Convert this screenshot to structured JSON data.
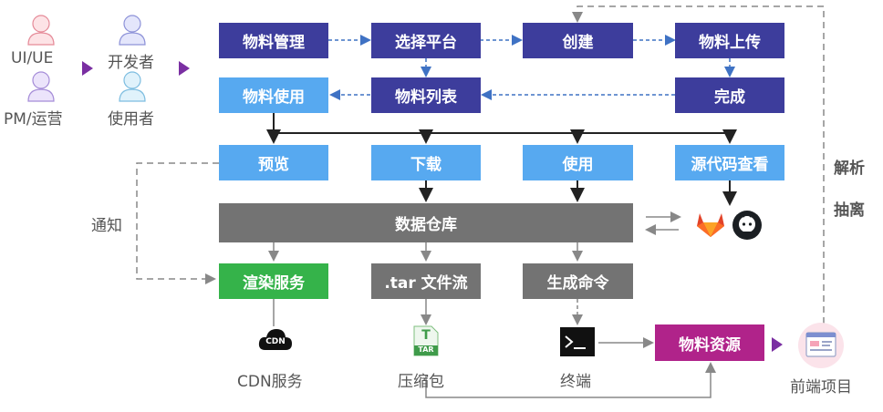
{
  "roles": {
    "ui_ue": "UI/UE",
    "pm": "PM/运营",
    "developer": "开发者",
    "user": "使用者"
  },
  "nodes": {
    "material_manage": "物料管理",
    "select_platform": "选择平台",
    "create": "创建",
    "material_upload": "物料上传",
    "material_use": "物料使用",
    "material_list": "物料列表",
    "done": "完成",
    "preview": "预览",
    "download": "下载",
    "use": "使用",
    "source_view": "源代码查看",
    "data_repo": "数据仓库",
    "render_service": "渲染服务",
    "tar_stream": ".tar 文件流",
    "gen_command": "生成命令",
    "material_resource": "物料资源"
  },
  "labels": {
    "notify": "通知",
    "parse": "解析",
    "extract": "抽离",
    "cdn_service": "CDN服务",
    "archive": "压缩包",
    "terminal": "终端",
    "frontend_project": "前端项目",
    "cdn_badge": "CDN",
    "tar_badge": "TAR",
    "tar_letter": "T"
  },
  "icons": [
    "person-ui-icon",
    "person-pm-icon",
    "person-dev-icon",
    "person-user-icon",
    "gitlab-icon",
    "github-icon",
    "cdn-cloud-icon",
    "tar-file-icon",
    "terminal-icon",
    "frontend-project-icon"
  ],
  "colors": {
    "purple": "#3d3d9c",
    "light_blue": "#57a9f0",
    "gray": "#737373",
    "green": "#35b34a",
    "magenta": "#b0238a",
    "dashed_link": "#3f72c4",
    "arrow_purple": "#7a2fa2"
  }
}
